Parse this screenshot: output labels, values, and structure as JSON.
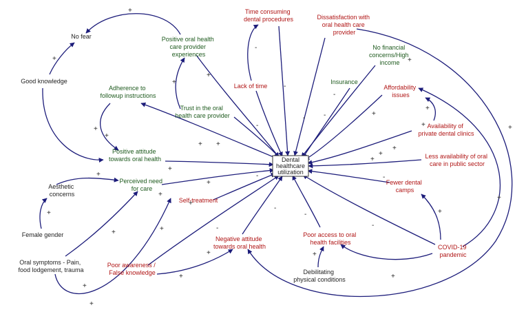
{
  "colors": {
    "arrow": "#1c1c7a",
    "green_label": "#1e5a1e",
    "red_label": "#b01515",
    "dark_label": "#1f1f1f"
  },
  "center": {
    "lines": [
      "Dental",
      "healthcare",
      "utilization"
    ]
  },
  "nodes": {
    "no_fear": {
      "lines": [
        "No fear"
      ],
      "color": "dark"
    },
    "good_knowledge": {
      "lines": [
        "Good knowledge"
      ],
      "color": "dark"
    },
    "positive_provider_exp": {
      "lines": [
        "Positive oral health",
        "care provider",
        "experiences"
      ],
      "color": "green"
    },
    "time_consuming": {
      "lines": [
        "Time consuming",
        "dental procedures"
      ],
      "color": "red"
    },
    "dissatisfaction": {
      "lines": [
        "Dissatisfaction with",
        "oral health care",
        "provider"
      ],
      "color": "red"
    },
    "no_financial": {
      "lines": [
        "No financial",
        "concerns/High",
        "income"
      ],
      "color": "green"
    },
    "adherence": {
      "lines": [
        "Adherence to",
        "followup instructions"
      ],
      "color": "green"
    },
    "lack_of_time": {
      "lines": [
        "Lack of time"
      ],
      "color": "red"
    },
    "insurance": {
      "lines": [
        "Insurance"
      ],
      "color": "green"
    },
    "affordability": {
      "lines": [
        "Affordability",
        "issues"
      ],
      "color": "red"
    },
    "trust": {
      "lines": [
        "Trust in the oral",
        "health care provider"
      ],
      "color": "green"
    },
    "private_clinics": {
      "lines": [
        "Availability of",
        "private dental clinics"
      ],
      "color": "red"
    },
    "positive_attitude": {
      "lines": [
        "Positive attitude",
        "towards oral health"
      ],
      "color": "green"
    },
    "less_public": {
      "lines": [
        "Less availability of oral",
        "care in public sector"
      ],
      "color": "red"
    },
    "aesthetic": {
      "lines": [
        "Aesthetic",
        "concerns"
      ],
      "color": "dark"
    },
    "perceived_need": {
      "lines": [
        "Perceived need",
        "for care"
      ],
      "color": "green"
    },
    "fewer_camps": {
      "lines": [
        "Fewer dental",
        "camps"
      ],
      "color": "red"
    },
    "self_treatment": {
      "lines": [
        "Self-treatment"
      ],
      "color": "red"
    },
    "negative_attitude": {
      "lines": [
        "Negative attitude",
        "towards oral health"
      ],
      "color": "red"
    },
    "poor_access": {
      "lines": [
        "Poor access to oral",
        "health facilities"
      ],
      "color": "red"
    },
    "female_gender": {
      "lines": [
        "Female gender"
      ],
      "color": "dark"
    },
    "covid": {
      "lines": [
        "COVID-19",
        "pandemic"
      ],
      "color": "red"
    },
    "oral_symptoms": {
      "lines": [
        "Oral symptoms - Pain,",
        "food lodgement, trauma"
      ],
      "color": "dark"
    },
    "poor_awareness": {
      "lines": [
        "Poor awareness /",
        "False knowledge"
      ],
      "color": "red"
    },
    "debilitating": {
      "lines": [
        "Debilitating",
        "physical conditions"
      ],
      "color": "dark"
    }
  },
  "signs": [
    {
      "id": "s1",
      "text": "+"
    },
    {
      "id": "s2",
      "text": "+"
    },
    {
      "id": "s3",
      "text": "+"
    },
    {
      "id": "s4",
      "text": "+"
    },
    {
      "id": "s5",
      "text": "+"
    },
    {
      "id": "s6",
      "text": "+"
    },
    {
      "id": "s7",
      "text": "-"
    },
    {
      "id": "s8",
      "text": "-"
    },
    {
      "id": "s9",
      "text": "-"
    },
    {
      "id": "s10",
      "text": "-"
    },
    {
      "id": "s11",
      "text": "-"
    },
    {
      "id": "s12",
      "text": "-"
    },
    {
      "id": "s13",
      "text": "+"
    },
    {
      "id": "s14",
      "text": "+"
    },
    {
      "id": "s15",
      "text": "+"
    },
    {
      "id": "s16",
      "text": "+"
    },
    {
      "id": "s17",
      "text": "+"
    },
    {
      "id": "s18",
      "text": "+"
    },
    {
      "id": "s19",
      "text": "+"
    },
    {
      "id": "s20",
      "text": "+"
    },
    {
      "id": "s21",
      "text": "+"
    },
    {
      "id": "s22",
      "text": "+"
    },
    {
      "id": "s23",
      "text": "+"
    },
    {
      "id": "s24",
      "text": "+"
    },
    {
      "id": "s25",
      "text": "-"
    },
    {
      "id": "s26",
      "text": "-"
    },
    {
      "id": "s27",
      "text": "-"
    },
    {
      "id": "s28",
      "text": "-"
    },
    {
      "id": "s29",
      "text": "-"
    },
    {
      "id": "s30",
      "text": "-"
    },
    {
      "id": "s31",
      "text": "+"
    },
    {
      "id": "s32",
      "text": "+"
    },
    {
      "id": "s33",
      "text": "+"
    },
    {
      "id": "s34",
      "text": "+"
    },
    {
      "id": "s35",
      "text": "+"
    },
    {
      "id": "s36",
      "text": "+"
    },
    {
      "id": "s37",
      "text": "+"
    },
    {
      "id": "s38",
      "text": "+"
    },
    {
      "id": "s39",
      "text": "+"
    },
    {
      "id": "s40",
      "text": "+"
    },
    {
      "id": "s41",
      "text": "+"
    },
    {
      "id": "s42",
      "text": "+"
    },
    {
      "id": "s43",
      "text": "+"
    },
    {
      "id": "s44",
      "text": "+"
    }
  ]
}
